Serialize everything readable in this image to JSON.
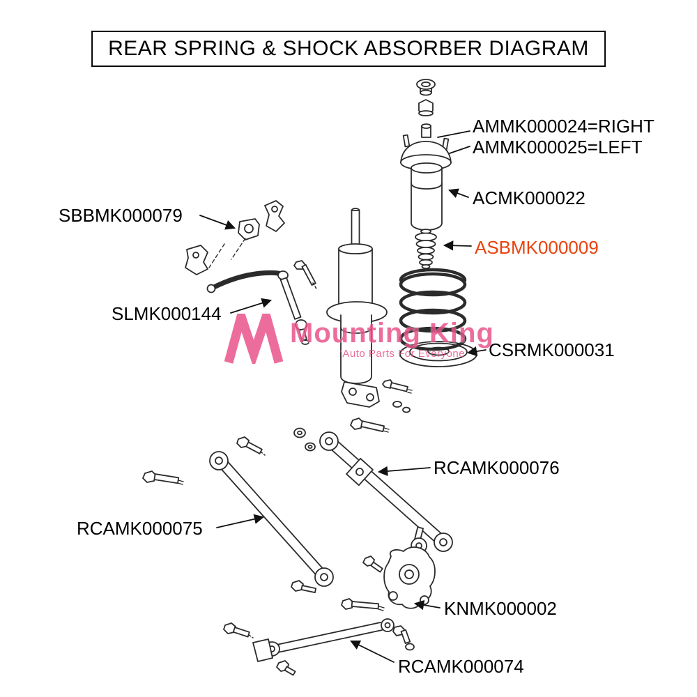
{
  "title": "REAR SPRING & SHOCK ABSORBER DIAGRAM",
  "watermark": {
    "brand": "Mounting King",
    "tagline": "'Auto Parts For Everyone'"
  },
  "colors": {
    "label": "#000000",
    "highlight": "#e8430f",
    "watermark_pink": "#e9548b",
    "line_art": "#2b2b2b"
  },
  "labels": {
    "ammk_right": "AMMK000024=RIGHT",
    "ammk_left": "AMMK000025=LEFT",
    "acmk": "ACMK000022",
    "asbmk": "ASBMK000009",
    "sbbmk": "SBBMK000079",
    "slmk": "SLMK000144",
    "csrmk": "CSRMK000031",
    "rcamk_upper": "RCAMK000076",
    "rcamk_lower": "RCAMK000075",
    "knmk": "KNMK000002",
    "rcamk_lateral": "RCAMK000074"
  }
}
